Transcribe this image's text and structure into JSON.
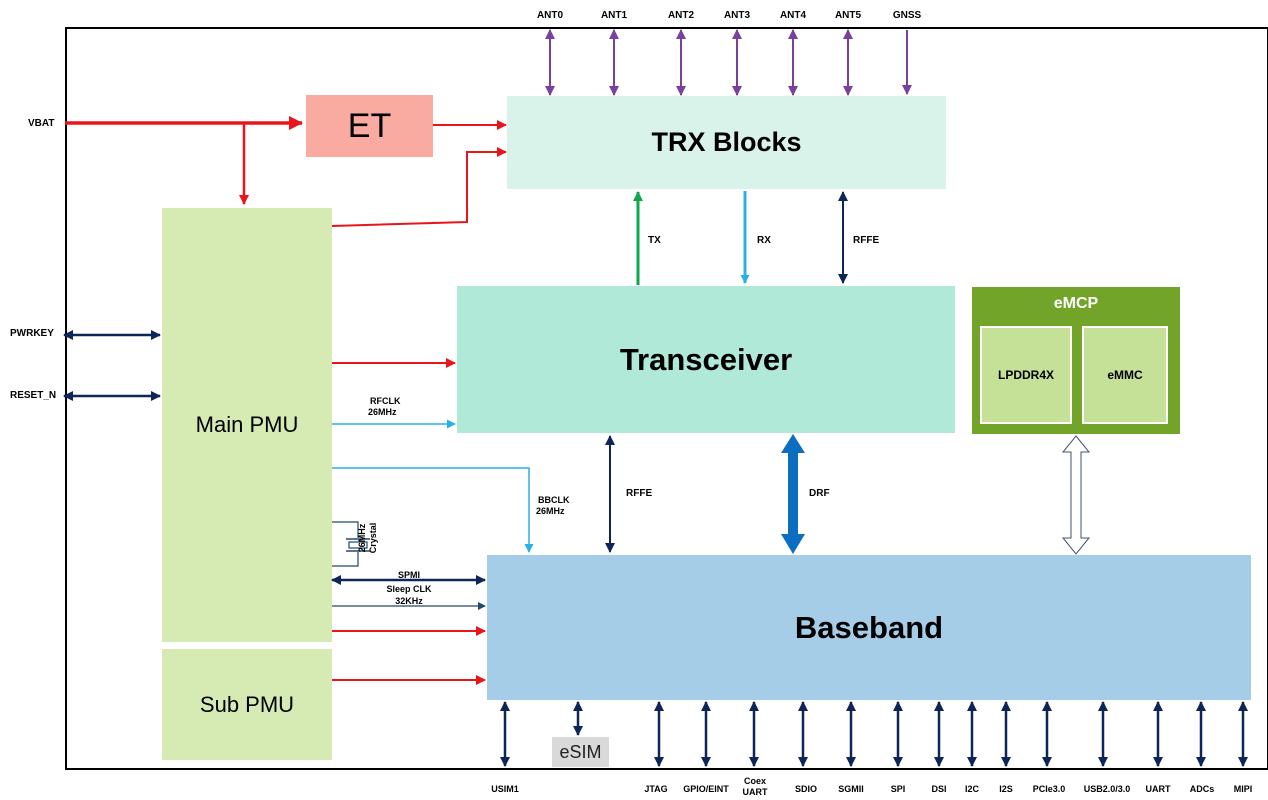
{
  "blocks": {
    "et": "ET",
    "trx": "TRX Blocks",
    "transceiver": "Transceiver",
    "main_pmu": "Main PMU",
    "sub_pmu": "Sub PMU",
    "baseband": "Baseband",
    "emcp": "eMCP",
    "lpddr": "LPDDR4X",
    "emmc": "eMMC",
    "esim": "eSIM"
  },
  "antennas": [
    "ANT0",
    "ANT1",
    "ANT2",
    "ANT3",
    "ANT4",
    "ANT5",
    "GNSS"
  ],
  "left_signals": {
    "vbat": "VBAT",
    "pwrkey": "PWRKEY",
    "reset": "RESET_N"
  },
  "links": {
    "tx": "TX",
    "rx": "RX",
    "rffe_top": "RFFE",
    "rffe_mid": "RFFE",
    "drf": "DRF",
    "rfclk": "RFCLK",
    "rfclk_freq": "26MHz",
    "bbclk": "BBCLK",
    "bbclk_freq": "26MHz",
    "crystal_freq": "26MHz",
    "crystal": "Crystal",
    "spmi": "SPMI",
    "sleep_clk": "Sleep CLK",
    "sleep_freq": "32KHz"
  },
  "interfaces": [
    "USIM1",
    "JTAG",
    "GPIO/EINT",
    "Coex",
    "UART",
    "SDIO",
    "SGMII",
    "SPI",
    "DSI",
    "I2C",
    "I2S",
    "PCIe3.0",
    "USB2.0/3.0",
    "UART",
    "ADCs",
    "MIPI"
  ],
  "colors": {
    "power": "#e8161b",
    "antenna": "#7b3fa0",
    "control": "#0d2557",
    "clock": "#2bb0e4",
    "tx": "#10a651",
    "drf": "#0b6ec0"
  }
}
